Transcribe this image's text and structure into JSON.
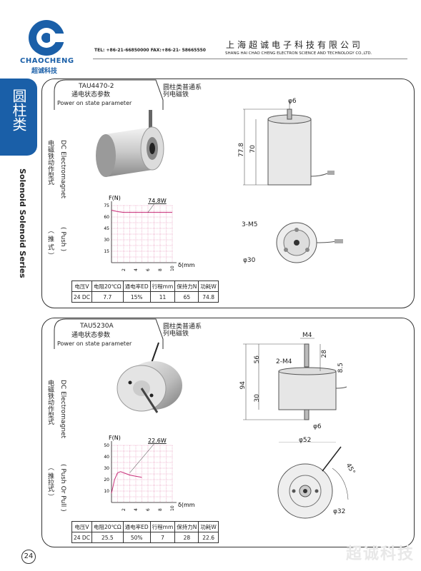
{
  "header": {
    "brand_en": "CHAOCHENG",
    "brand_cn": "超诚科技",
    "contact": "TEL: +86-21-66850000  FAX:+86-21- 58665550",
    "company_cn": "上海超诚电子科技有限公司",
    "company_en": "SHANG HAI CHAO CHENG ELECTRON SCIENCE AND TECHNOLOGY CO.,LTD."
  },
  "side": {
    "tab": "圆柱类",
    "series": "Solenoid Solenoid Series"
  },
  "products": [
    {
      "model": "TAU4470-2",
      "state_cn": "通电状态参数",
      "state_en": "Power on state parameter",
      "category": "圆柱类普通系列电磁铁",
      "vertical_en": "DC Electromagnet",
      "vertical_cn": "电磁铁动作型式",
      "mode_en": "( Push )",
      "mode_cn": "（ 推 式 ）",
      "chart_label": "74.8W",
      "dims": {
        "top_dia": "φ6",
        "height_total": "77.8",
        "height_body": "70",
        "holes": "3-M5",
        "body_dia": "φ30"
      },
      "table": {
        "headers": [
          "电压V",
          "电阻20℃Ω",
          "通电率ED",
          "行程mm",
          "保持力N",
          "功耗W"
        ],
        "values": [
          "24 DC",
          "7.7",
          "15%",
          "11",
          "65",
          "74.8"
        ]
      }
    },
    {
      "model": "TAU5230A",
      "state_cn": "通电状态参数",
      "state_en": "Power on state parameter",
      "category": "圆柱类普通系列电磁铁",
      "vertical_en": "DC Electromagnet",
      "vertical_cn": "电磁铁动作型式",
      "mode_en": "( Push Or Pull )",
      "mode_cn": "（ 推拉式 ）",
      "chart_label": "22.6W",
      "dims": {
        "thread": "M4",
        "shaft": "28",
        "total": "94",
        "upper": "56",
        "holes": "2-M4",
        "offset": "8.5",
        "body": "30",
        "shaft_dia": "φ6",
        "body_dia": "φ52",
        "angle": "45°",
        "pcd": "φ32"
      },
      "table": {
        "headers": [
          "电压V",
          "电阻20℃Ω",
          "通电率ED",
          "行程mm",
          "保持力N",
          "功耗W"
        ],
        "values": [
          "24 DC",
          "25.5",
          "50%",
          "7",
          "28",
          "22.6"
        ]
      }
    }
  ],
  "page_number": "24",
  "watermark": "超诚科技",
  "chart_data": [
    {
      "type": "line",
      "title": "74.8W",
      "xlabel": "δ(mm)",
      "ylabel": "F(N)",
      "x_ticks": [
        "2",
        "4",
        "6",
        "8",
        "10"
      ],
      "y_ticks": [
        "15",
        "30",
        "45",
        "60",
        "75"
      ],
      "xlim": [
        0,
        10
      ],
      "ylim": [
        0,
        75
      ],
      "x": [
        0,
        1,
        2,
        4,
        6,
        8,
        10
      ],
      "y": [
        69,
        67,
        66,
        66,
        66,
        66,
        66
      ]
    },
    {
      "type": "line",
      "title": "22.6W",
      "xlabel": "δ(mm)",
      "ylabel": "F(N)",
      "x_ticks": [
        "2",
        "4",
        "6",
        "8",
        "10"
      ],
      "y_ticks": [
        "10",
        "20",
        "30",
        "40",
        "50"
      ],
      "xlim": [
        0,
        10
      ],
      "ylim": [
        0,
        50
      ],
      "x": [
        0,
        0.5,
        1,
        1.5,
        2,
        3,
        4,
        5
      ],
      "y": [
        8,
        20,
        26,
        27,
        26,
        24,
        23,
        22
      ]
    }
  ]
}
